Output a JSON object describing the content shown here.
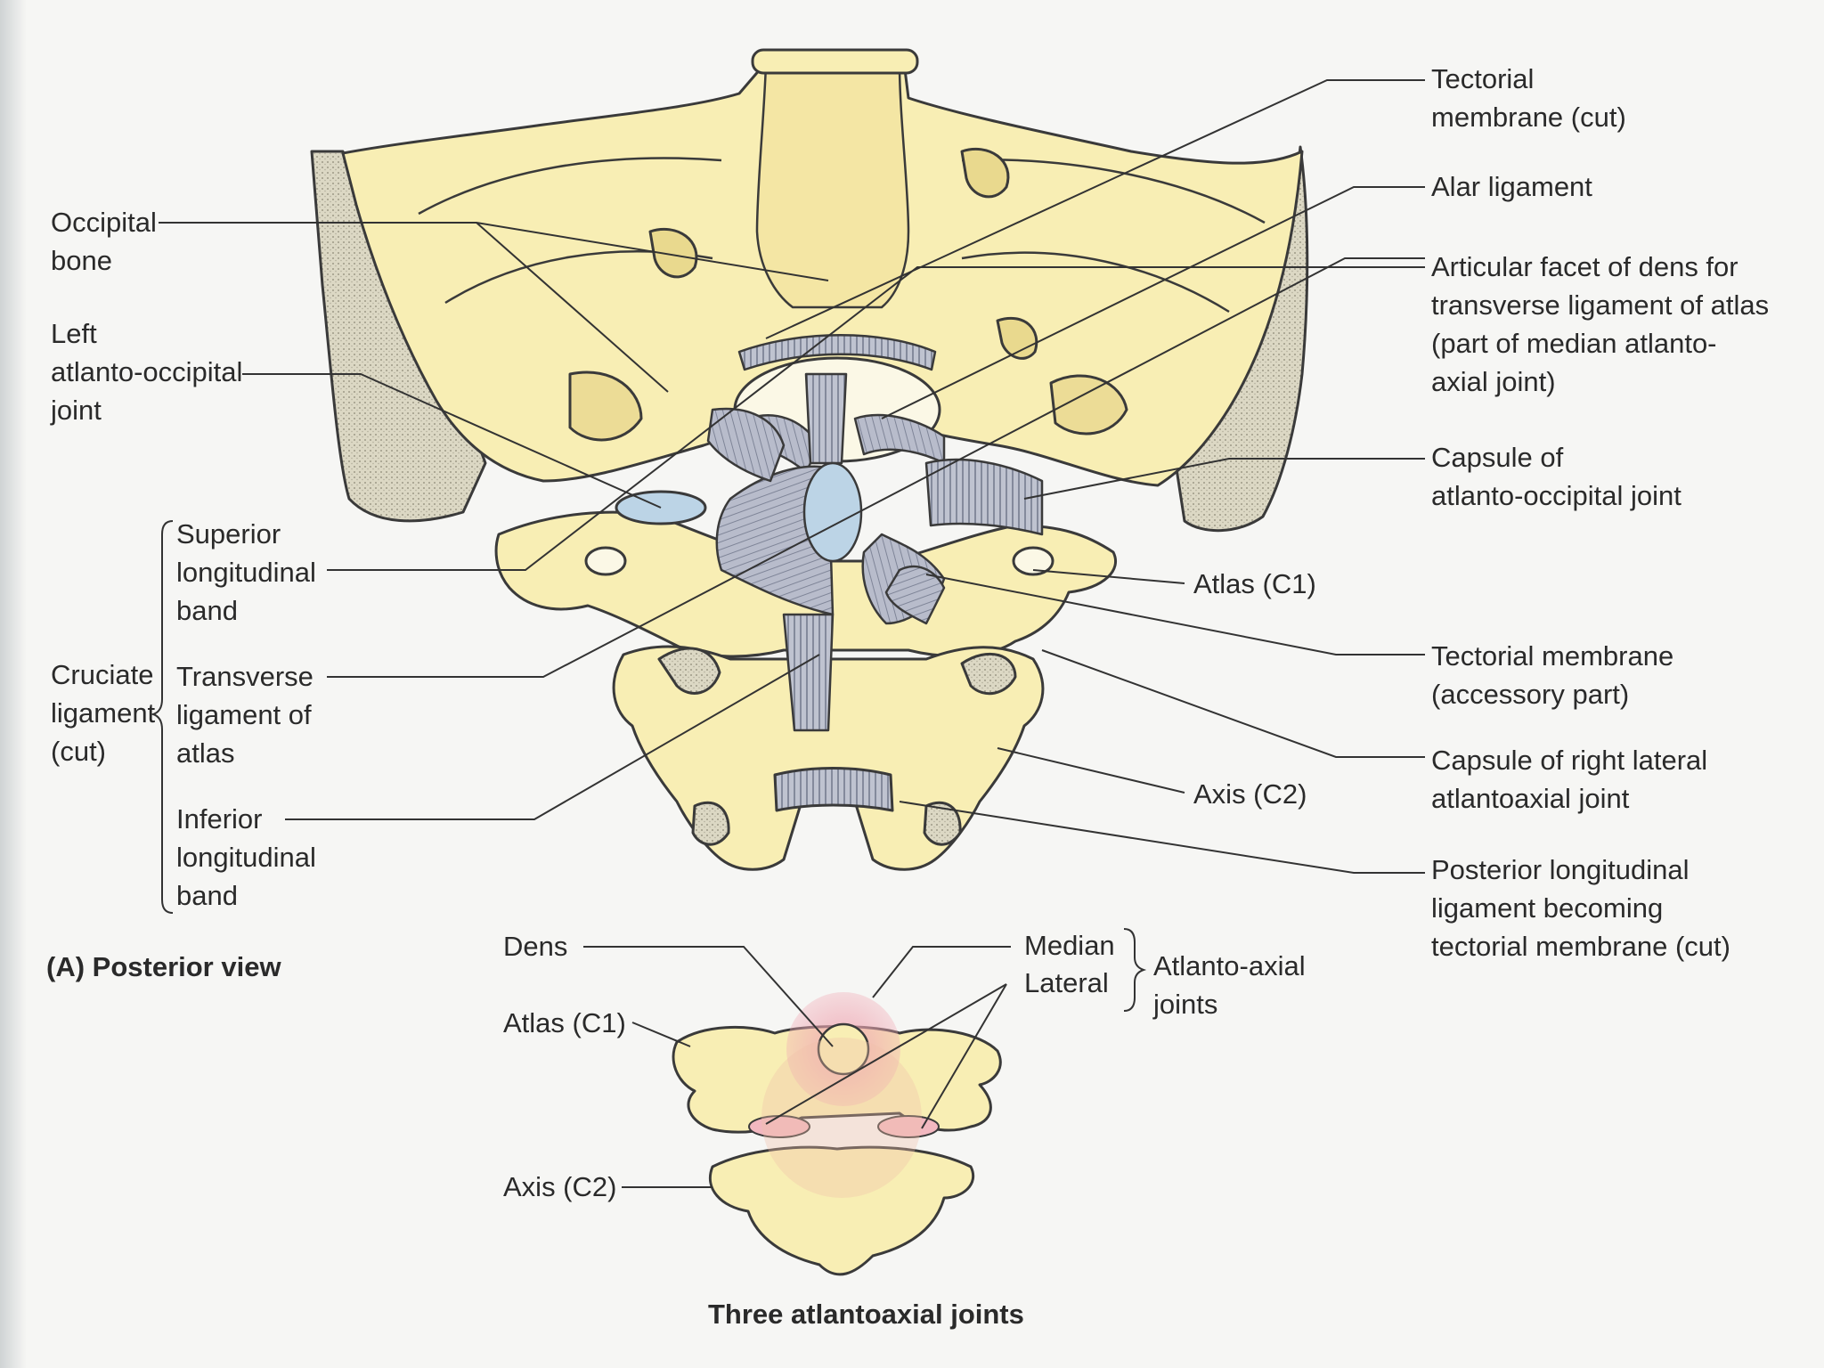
{
  "figure": {
    "caption": "(A)  Posterior view",
    "inset_title": "Three atlantoaxial joints"
  },
  "colors": {
    "bone": "#f8eeb4",
    "bone_shadow": "#ecdc96",
    "outline": "#3a3a3a",
    "ligament": "#aab0c3",
    "cartilage": "#bcd4e6",
    "marrow": "#d9d6c6",
    "joint_highlight": "#f2b8c0"
  },
  "labels_left": {
    "occipital_bone": [
      "Occipital",
      "bone"
    ],
    "left_ao_joint": [
      "Left",
      "atlanto-occipital",
      "joint"
    ],
    "superior_band": [
      "Superior",
      "longitudinal",
      "band"
    ],
    "cruciate": [
      "Cruciate",
      "ligament",
      "(cut)"
    ],
    "transverse": [
      "Transverse",
      "ligament of",
      "atlas"
    ],
    "inferior_band": [
      "Inferior",
      "longitudinal",
      "band"
    ]
  },
  "labels_right": {
    "tectorial_cut": [
      "Tectorial",
      "membrane (cut)"
    ],
    "alar": [
      "Alar ligament"
    ],
    "articular_facet": [
      "Articular facet of dens for",
      "transverse ligament of atlas",
      "(part of median atlanto-",
      "axial joint)"
    ],
    "capsule_ao": [
      "Capsule of",
      "atlanto-occipital joint"
    ],
    "atlas": [
      "Atlas (C1)"
    ],
    "tectorial_accessory": [
      "Tectorial membrane",
      "(accessory part)"
    ],
    "capsule_lateral": [
      "Capsule of right lateral",
      "atlantoaxial joint"
    ],
    "axis": [
      "Axis (C2)"
    ],
    "posterior_longitudinal": [
      "Posterior longitudinal",
      "ligament becoming",
      "tectorial membrane (cut)"
    ]
  },
  "labels_inset": {
    "dens": "Dens",
    "atlas": "Atlas (C1)",
    "axis": "Axis (C2)",
    "median": "Median",
    "lateral": "Lateral",
    "atlanto_axial": [
      "Atlanto-axial",
      "joints"
    ]
  }
}
